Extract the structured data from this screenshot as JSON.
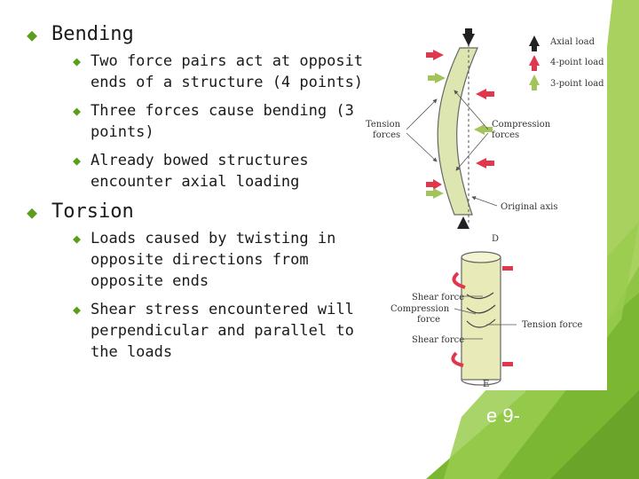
{
  "bullets": {
    "bending": {
      "label": "Bending",
      "items": [
        "Two force pairs act at opposite ends of a structure (4 points)",
        "Three forces cause bending (3 points)",
        "Already bowed structures encounter axial loading"
      ]
    },
    "torsion": {
      "label": "Torsion",
      "items": [
        "Loads caused by twisting in opposite directions from opposite ends",
        "Shear stress encountered will be perpendicular and parallel to the loads"
      ]
    }
  },
  "figure_bending": {
    "legend": [
      "Axial load",
      "4-point load",
      "3-point load"
    ],
    "tension_label_1": "Tension",
    "tension_label_2": "forces",
    "compression_label_1": "Compression",
    "compression_label_2": "forces",
    "axis_label": "Original axis",
    "panel_letter": "D"
  },
  "figure_torsion": {
    "shear_top": "Shear force",
    "compression_1": "Compression",
    "compression_2": "force",
    "shear_bottom": "Shear force",
    "tension": "Tension force",
    "panel_letter": "E"
  },
  "slide_number": "e 9-",
  "colors": {
    "accent_green": "#8bc34a",
    "axial": "#222222",
    "four_point": "#e0374d",
    "three_point": "#a3c45a",
    "beam": "#dde6b0"
  }
}
